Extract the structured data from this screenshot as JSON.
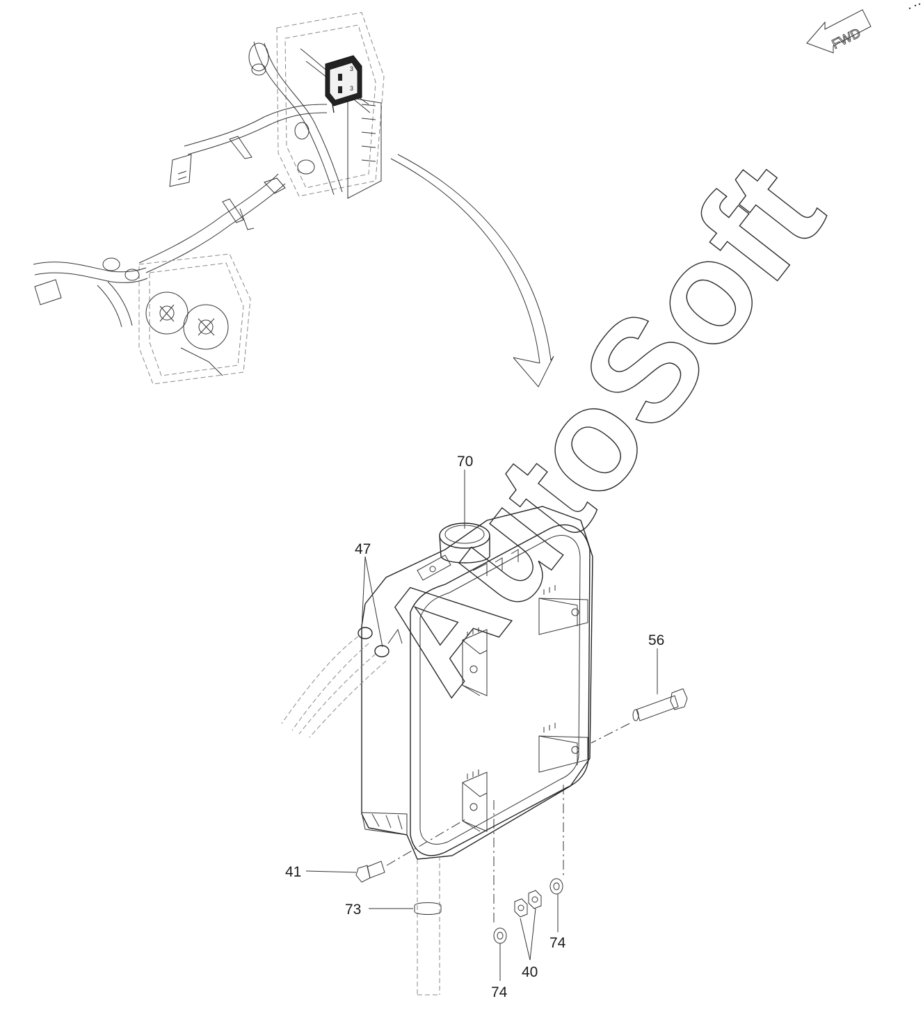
{
  "watermark": "AutoSoft",
  "fwd_label": "FWD",
  "callouts": {
    "c70": "70",
    "c47": "47",
    "c56": "56",
    "c41": "41",
    "c73": "73",
    "c74a": "74",
    "c40": "40",
    "c74b": "74"
  }
}
